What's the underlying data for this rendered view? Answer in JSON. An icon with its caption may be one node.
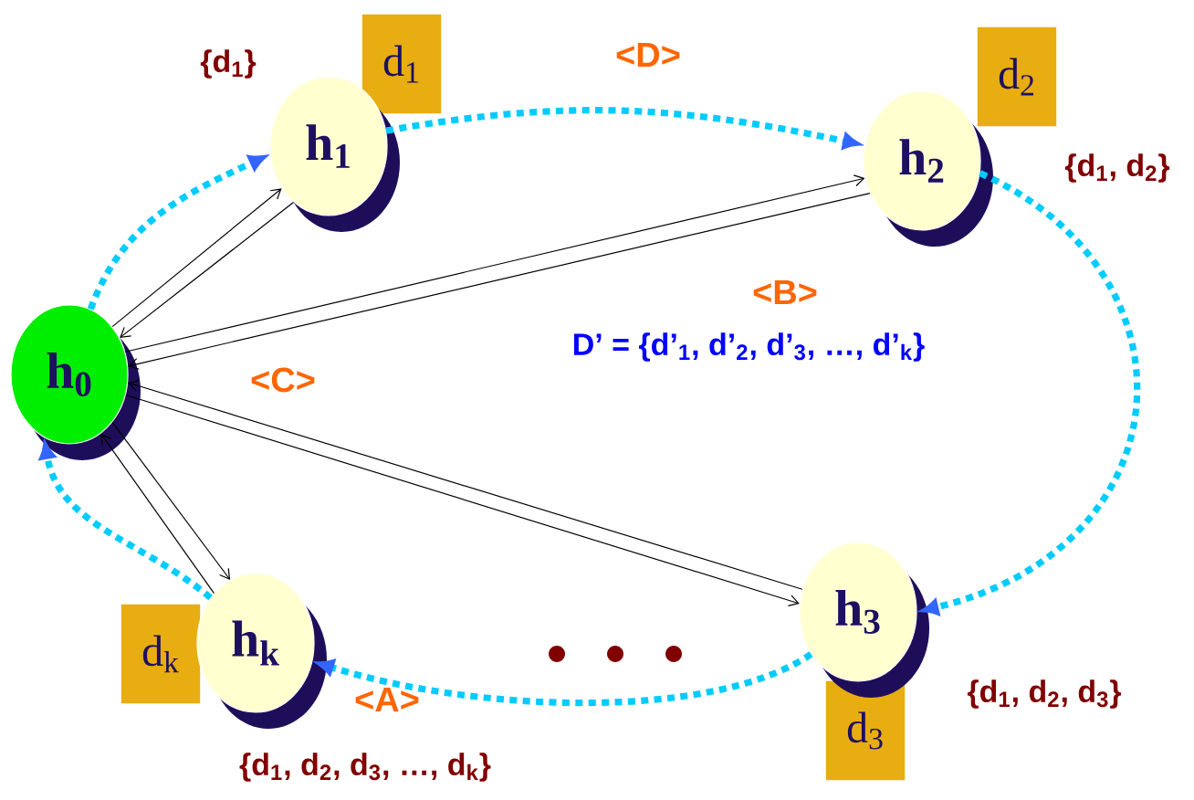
{
  "diagram": {
    "nodes": [
      {
        "text": [
          "h$_{0}$"
        ]
      },
      {
        "text": [
          "h$_{1}$"
        ],
        "beside": [
          "{d$_{1}$}"
        ]
      },
      {
        "text": [
          "h$_{2}$"
        ]
      },
      {
        "text": [
          "h$_{3}$"
        ],
        "beside": [
          "{d$_{1}$, d$_{2}$, d$_{3}$}"
        ]
      },
      {
        "text": [
          "h$_{k}$"
        ],
        "beside": [
          "{d$_{1}$, d$_{2}$, d$_{3}$, …, d$_{k}$}"
        ]
      },
      {
        "text": [
          "d$_{1}$"
        ]
      },
      {
        "text": [
          "d$_{2}$"
        ]
      },
      {
        "text": [
          "d$_{3}$"
        ]
      },
      {
        "text": [
          "d$_{k}$"
        ]
      }
    ],
    "edges": [
      {
        "from": 0,
        "to": 1,
        "arrow": "to"
      },
      {
        "from": 1,
        "to": 0,
        "arrow": "to"
      },
      {
        "from": 0,
        "to": 2,
        "arrow": "to"
      },
      {
        "from": 2,
        "to": 0,
        "arrow": "to"
      },
      {
        "from": 3,
        "to": 0,
        "arrow": "to"
      },
      {
        "from": 0,
        "to": 3,
        "arrow": "to"
      },
      {
        "from": 4,
        "to": 0,
        "arrow": "to"
      },
      {
        "from": 0,
        "to": 4,
        "arrow": "to"
      },
      {
        "from": 0,
        "to": 1,
        "arrow": "to",
        "style": "dashed",
        "color": "#00ccff"
      },
      {
        "from": 1,
        "to": 2,
        "arrow": "to",
        "style": "dashed",
        "color": "#00ccff",
        "label": "<D>"
      },
      {
        "from": 2,
        "to": 3,
        "arrow": "to",
        "style": "dashed",
        "color": "#00ccff"
      },
      {
        "from": 3,
        "to": 4,
        "arrow": "to",
        "style": "dashed",
        "color": "#00ccff",
        "label": "<A>"
      },
      {
        "from": 4,
        "to": 0,
        "arrow": "to",
        "style": "dashed",
        "color": "#00ccff"
      }
    ],
    "labels": [
      "{d$_{1}$, d$_{2}$}",
      "<B>",
      "D’ = {d’$_{1}$, d’$_{2}$, d’$_{3}$, …, d’$_{k}$}",
      "<C>"
    ]
  }
}
